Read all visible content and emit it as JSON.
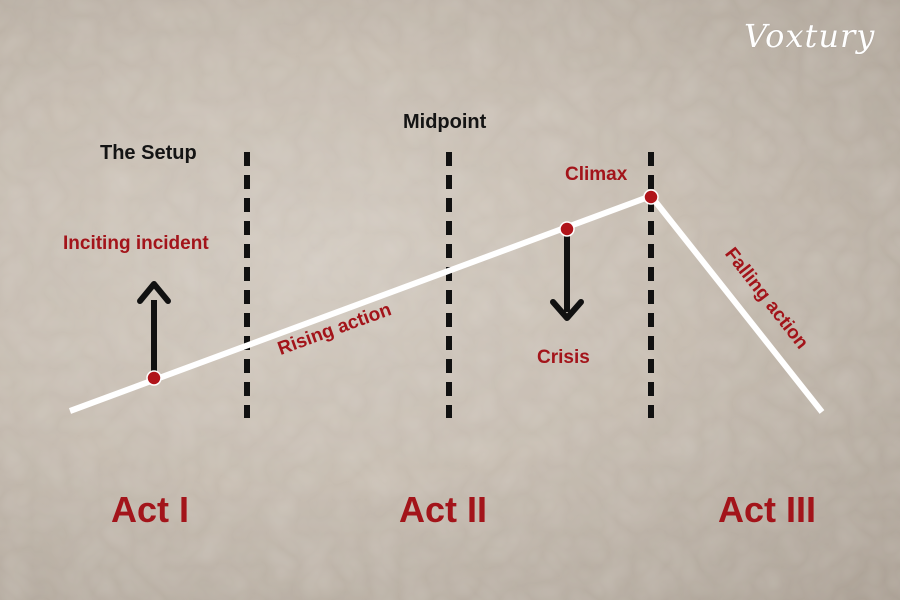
{
  "brand": {
    "logo_text": "Voxtury"
  },
  "labels": {
    "setup": "The Setup",
    "midpoint": "Midpoint",
    "climax": "Climax",
    "inciting_incident": "Inciting incident",
    "rising_action": "Rising action",
    "crisis": "Crisis",
    "falling_action": "Falling action"
  },
  "acts": [
    "Act I",
    "Act II",
    "Act III"
  ],
  "colors": {
    "accent_red": "#a3141a",
    "line_white": "#ffffff",
    "text_black": "#141414",
    "marker_red": "#b0141a"
  }
}
